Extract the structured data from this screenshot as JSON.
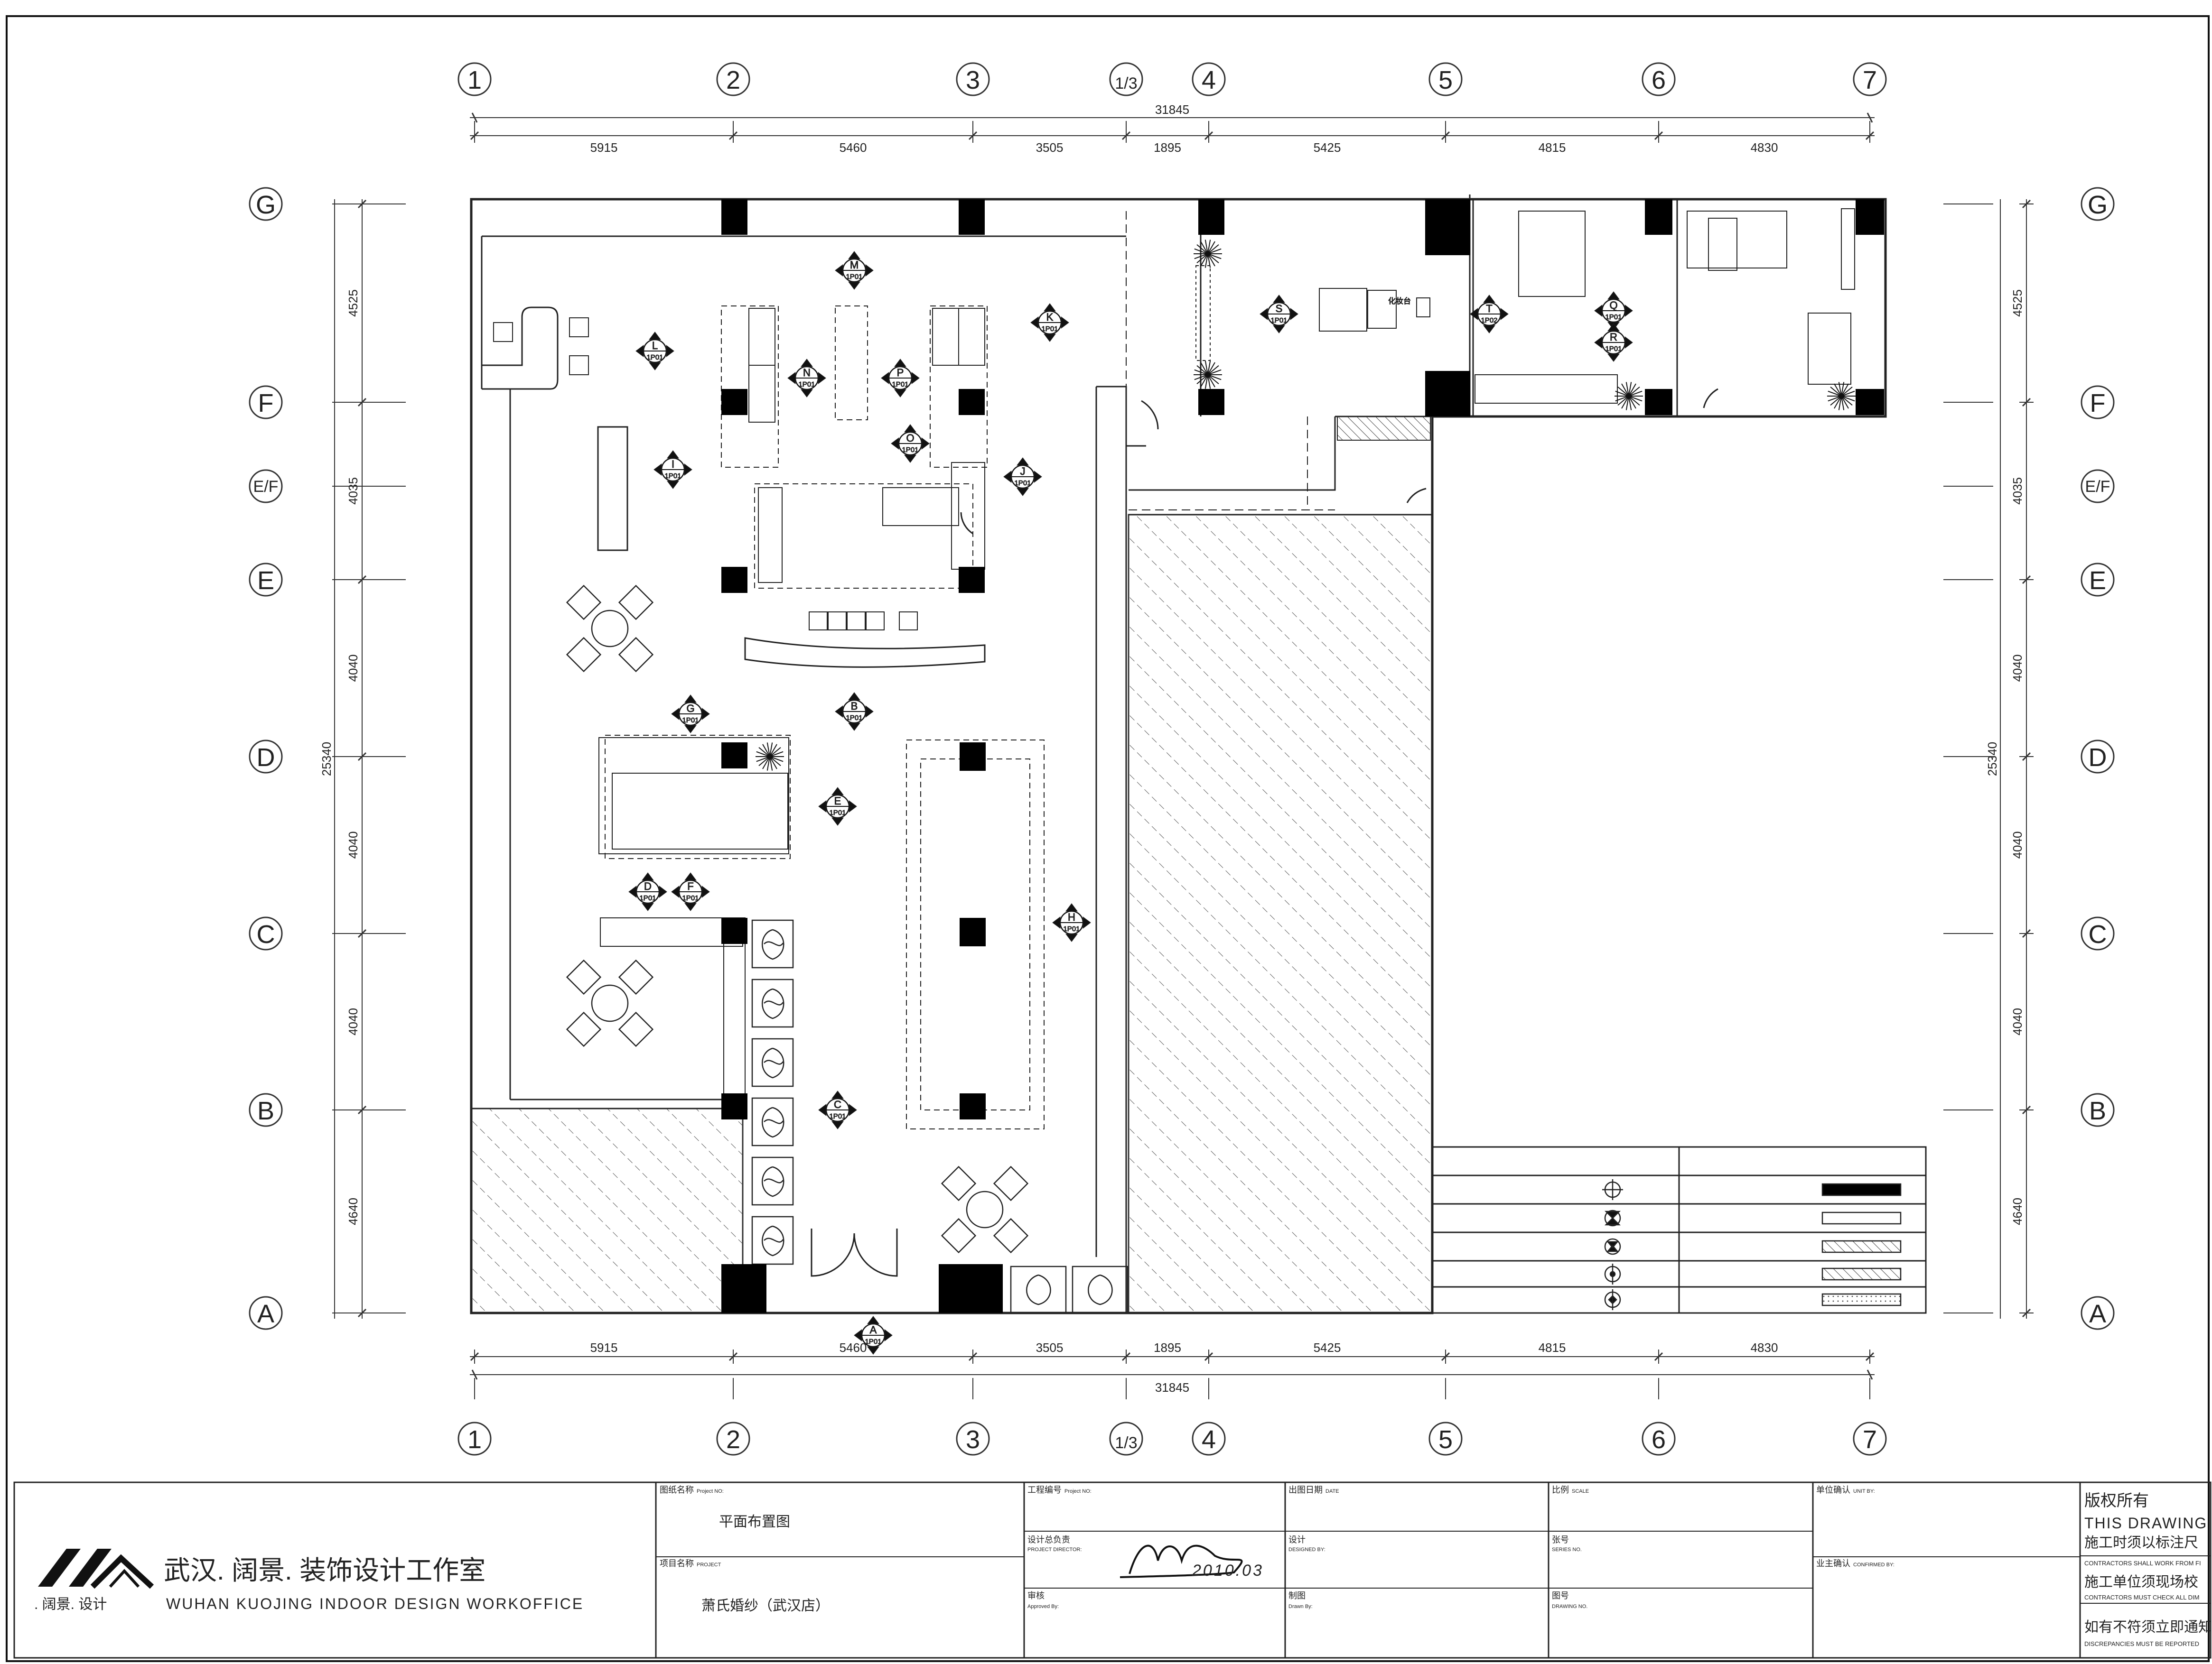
{
  "grid_columns": [
    "1",
    "2",
    "3",
    "1/3",
    "4",
    "5",
    "6",
    "7"
  ],
  "grid_rows": [
    "G",
    "F",
    "E/F",
    "E",
    "D",
    "C",
    "B",
    "A"
  ],
  "dimensions_horizontal": {
    "total": "31845",
    "spans": [
      "5915",
      "5460",
      "3505",
      "1895",
      "5425",
      "4815",
      "4830"
    ]
  },
  "dimensions_vertical": {
    "total": "25340",
    "spans": [
      "4525",
      "4035",
      "4040",
      "4040",
      "4040",
      "4640"
    ]
  },
  "view_markers": [
    {
      "letter": "A",
      "code": "1P01"
    },
    {
      "letter": "B",
      "code": "1P01"
    },
    {
      "letter": "C",
      "code": "1P01"
    },
    {
      "letter": "D",
      "code": "1P01"
    },
    {
      "letter": "E",
      "code": "1P01"
    },
    {
      "letter": "F",
      "code": "1P01"
    },
    {
      "letter": "G",
      "code": "1P01"
    },
    {
      "letter": "H",
      "code": "1P01"
    },
    {
      "letter": "I",
      "code": "1P01"
    },
    {
      "letter": "J",
      "code": "1P01"
    },
    {
      "letter": "K",
      "code": "1P01"
    },
    {
      "letter": "L",
      "code": "1P01"
    },
    {
      "letter": "M",
      "code": "1P01"
    },
    {
      "letter": "N",
      "code": "1P01"
    },
    {
      "letter": "O",
      "code": "1P01"
    },
    {
      "letter": "P",
      "code": "1P01"
    },
    {
      "letter": "Q",
      "code": "1P01"
    },
    {
      "letter": "R",
      "code": "1P01"
    },
    {
      "letter": "S",
      "code": "1P01"
    },
    {
      "letter": "T",
      "code": "1P02"
    }
  ],
  "room_label": "化妆台",
  "legend_swatches": [
    "solid-black",
    "outline",
    "diagonal-hatch",
    "dense-hatch",
    "dotted"
  ],
  "legend_icons": [
    "crosshair-icon",
    "hourglass-icon",
    "down-light-icon",
    "spot-light-icon",
    "ceiling-light-icon"
  ],
  "title_block": {
    "company_cn": "武汉. 阔景. 装饰设计工作室",
    "company_en": "WUHAN KUOJING INDOOR DESIGN WORKOFFICE",
    "brand_small": ". 阔景. 设计",
    "drawing_name_label": "图纸名称",
    "drawing_name_label_en": "Project NO:",
    "drawing_name": "平面布置图",
    "project_name_label": "项目名称",
    "project_name_label_en": "PROJECT",
    "project_name": "萧氏婚纱（武汉店）",
    "project_no_label": "工程编号",
    "project_no_label_en": "Project NO:",
    "director_label": "设计总负责",
    "director_label_en": "PROJECT DIRECTOR:",
    "signature_date": "2010.03",
    "audit_label": "审核",
    "audit_label_en": "Approved By:",
    "date_label": "出图日期",
    "date_label_en": "DATE",
    "design_label": "设计",
    "design_label_en": "DESIGNED BY:",
    "drawn_label": "制图",
    "drawn_label_en": "Drawn By:",
    "scale_label": "比例",
    "scale_label_en": "SCALE",
    "sheet_no_label": "张号",
    "sheet_no_label_en": "SERIES NO.",
    "drawing_no_label": "图号",
    "drawing_no_label_en": "DRAWING NO.",
    "unit_confirm_label": "单位确认",
    "unit_confirm_label_en": "UNIT BY:",
    "owner_confirm_label": "业主确认",
    "owner_confirm_label_en": "CONFIRMED BY:",
    "copyright_title": "版权所有",
    "copyright_en": "THIS DRAWING",
    "note1_cn": "施工时须以标注尺",
    "note1_en": "CONTRACTORS SHALL WORK FROM FI",
    "note2_cn": "施工单位须现场校",
    "note2_en": "CONTRACTORS MUST CHECK ALL DIM",
    "note3_cn": "如有不符须立即通知",
    "note3_en": "DISCREPANCIES MUST BE REPORTED"
  }
}
